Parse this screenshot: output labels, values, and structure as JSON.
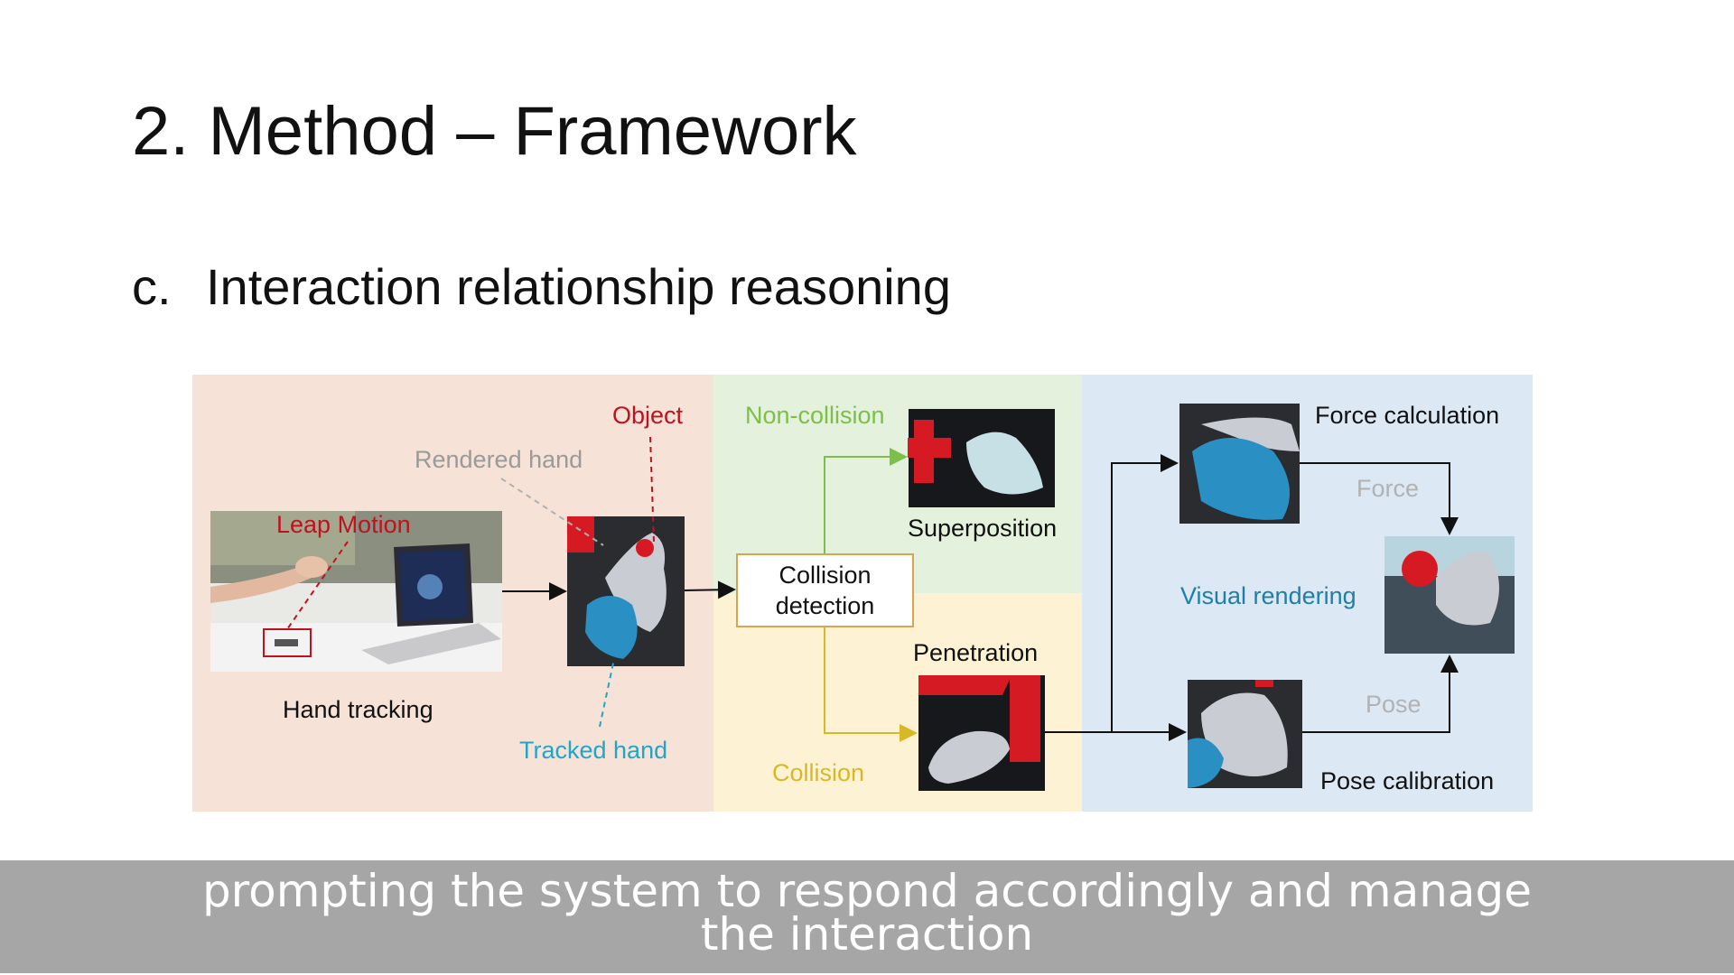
{
  "slide": {
    "title": "2. Method – Framework",
    "subtitle_marker": "c.",
    "subtitle": "Interaction relationship reasoning"
  },
  "diagram": {
    "labels": {
      "object": "Object",
      "rendered_hand": "Rendered hand",
      "leap_motion": "Leap Motion",
      "hand_tracking": "Hand tracking",
      "tracked_hand": "Tracked hand",
      "non_collision": "Non-collision",
      "superposition": "Superposition",
      "collision_detection_line1": "Collision",
      "collision_detection_line2": "detection",
      "penetration": "Penetration",
      "collision": "Collision",
      "force_calculation": "Force calculation",
      "force": "Force",
      "visual_rendering": "Visual rendering",
      "pose": "Pose",
      "pose_calibration": "Pose calibration"
    },
    "colors": {
      "section1_bg": "#f7e2d7",
      "section2_top_bg": "#e4f1dc",
      "section2_bottom_bg": "#fdf3d4",
      "section3_bg": "#dce8f4",
      "object_red": "#c0111f",
      "tracked_cyan": "#1fa6c9",
      "noncollision_green": "#7cbf4a",
      "collision_yellow": "#d8b824",
      "visual_blue": "#1f7fa8"
    },
    "icons": [
      "laptop-photo",
      "hand-render",
      "hand-superposition",
      "hand-penetration",
      "hand-force",
      "hand-visual",
      "hand-pose"
    ]
  },
  "caption": {
    "line1": "prompting the system to respond accordingly and manage",
    "line2": "the interaction"
  }
}
